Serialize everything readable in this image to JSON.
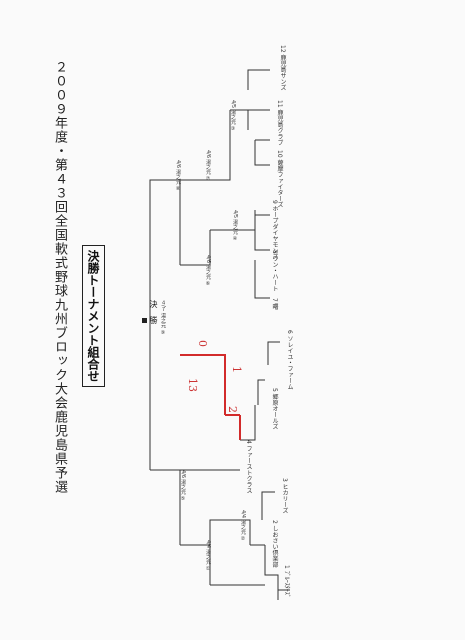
{
  "document": {
    "title": "２００９年度・第４３回全国軟式野球九州ブロック大会鹿児島県予選",
    "subtitle": "決勝トーナメント組合せ",
    "final_label": "決　勝",
    "final_info": "４/７ 湯之元 ⑨"
  },
  "teams": [
    {
      "num": "1",
      "name": "ﾌﾞﾙｰｽﾀｰｽﾞ"
    },
    {
      "num": "2",
      "name": "しおさい倶楽部"
    },
    {
      "num": "3",
      "name": "ヒカリーズ"
    },
    {
      "num": "4",
      "name": "ファーストクラス"
    },
    {
      "num": "5",
      "name": "郷原オールズ"
    },
    {
      "num": "6",
      "name": "ソレイユ・ファーム"
    },
    {
      "num": "7",
      "name": "曙"
    },
    {
      "num": "8",
      "name": "ワン・ハート"
    },
    {
      "num": "9",
      "name": "ホープダイヤモンズ"
    },
    {
      "num": "10",
      "name": "薩摩ファイターズ"
    },
    {
      "num": "11",
      "name": "鹿児島クラブ"
    },
    {
      "num": "12",
      "name": "鹿児島サンズ"
    }
  ],
  "matches": [
    {
      "id": "m1",
      "info": "4/4 湯之元 ①"
    },
    {
      "id": "m2",
      "info": "4/4 湯之元 ②"
    },
    {
      "id": "m3",
      "info": "4/5 湯之元 ③"
    },
    {
      "id": "m4",
      "info": "4/5 湯之元 ④"
    },
    {
      "id": "m5",
      "info": "4/6 湯之元 ⑤"
    },
    {
      "id": "m6",
      "info": "4/6 湯之元 ⑥"
    },
    {
      "id": "m7",
      "info": "4/6 湯之元 ⑦"
    },
    {
      "id": "m8",
      "info": "4/6 湯之元 ⑧"
    }
  ],
  "annotations": {
    "a1": "13",
    "a2": "1",
    "a3": "2",
    "a4": "0"
  },
  "colors": {
    "line": "#333333",
    "winner_line": "#d22b2b"
  }
}
